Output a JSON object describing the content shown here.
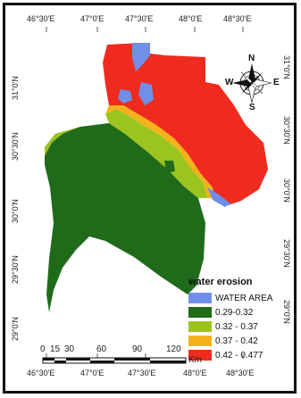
{
  "map": {
    "title": "water erosion",
    "graticule": {
      "top_lon": [
        "46°30'E",
        "47°0'E",
        "47°30'E",
        "48°0'E",
        "48°30'E"
      ],
      "bottom_lon": [
        "46°30'E",
        "47°0'E",
        "47°30'E",
        "48°0'E",
        "48°30'E"
      ],
      "left_lat": [
        "31°0'N",
        "30°30'N",
        "30°0'N",
        "29°30'N",
        "29°0'N"
      ],
      "right_lat": [
        "31°0'N",
        "30°30'N",
        "30°0'N",
        "29°30'N",
        "29°0'N"
      ]
    },
    "legend": {
      "title": "water erosion",
      "items": [
        {
          "label": "WATER AREA",
          "color": "#6f8fe8"
        },
        {
          "label": "0.29-0.32",
          "color": "#1f6b1a"
        },
        {
          "label": "0.32 - 0.37",
          "color": "#9cc41e"
        },
        {
          "label": "0.37 - 0.42",
          "color": "#f5b21a"
        },
        {
          "label": "0.42 - 0.477",
          "color": "#ee2b1e"
        }
      ]
    },
    "scale_bar": {
      "values": [
        "0",
        "15",
        "30",
        "60",
        "90",
        "120"
      ],
      "unit": "Km"
    },
    "compass": {
      "n": "N",
      "s": "S",
      "e": "E",
      "w": "W"
    },
    "colors": {
      "water": "#6f8fe8",
      "class1": "#1f6b1a",
      "class2": "#9cc41e",
      "class3": "#f5b21a",
      "class4": "#ee2b1e"
    }
  }
}
